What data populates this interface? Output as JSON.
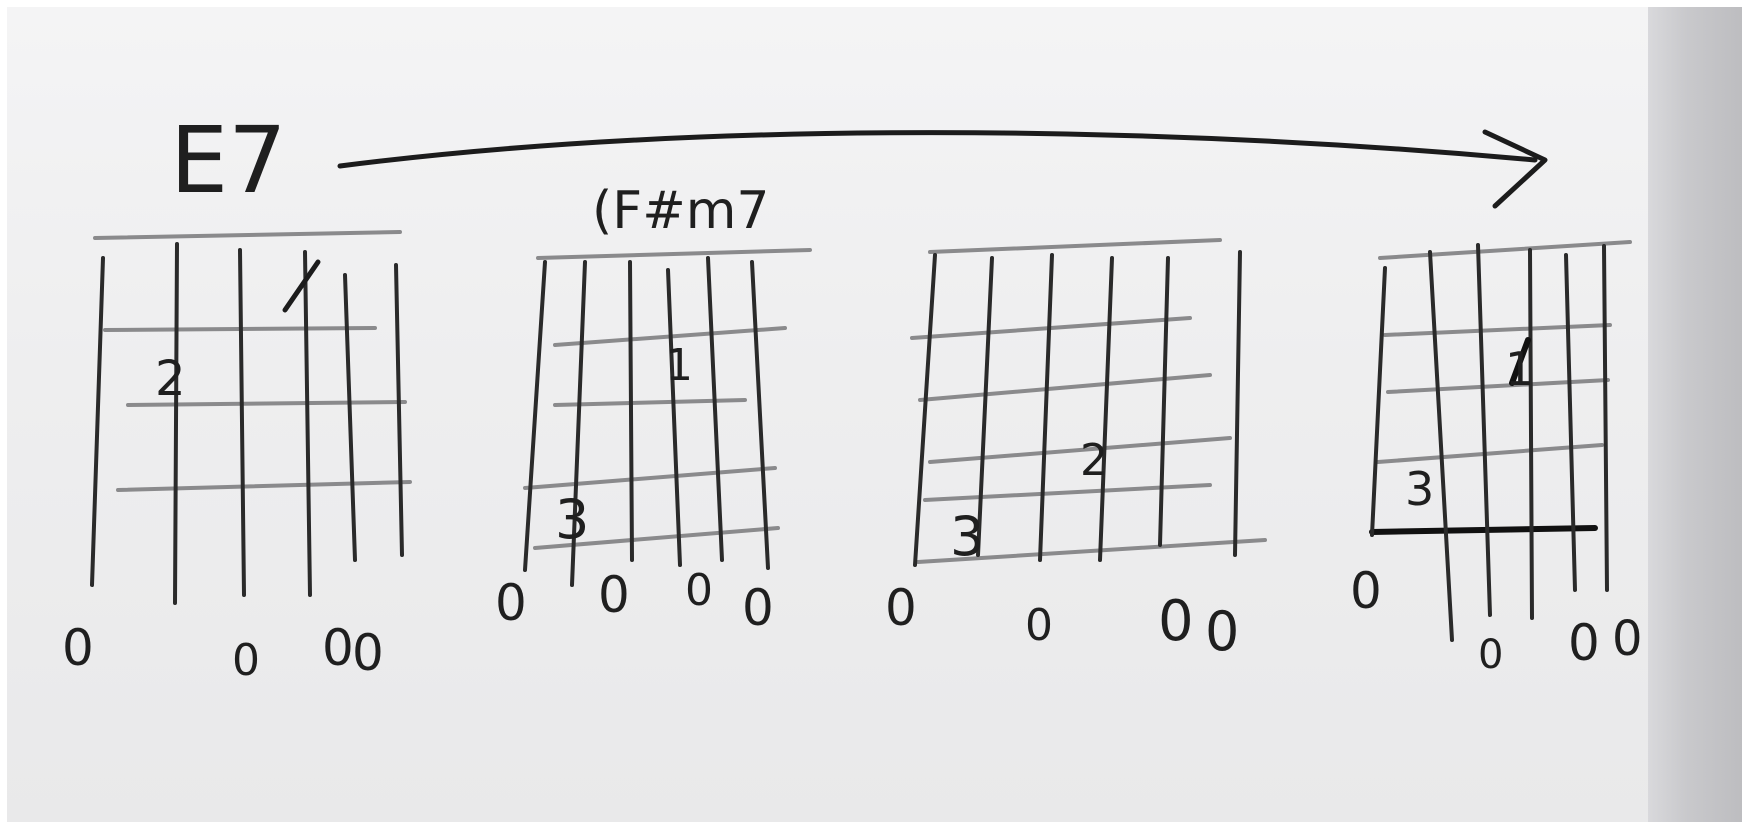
{
  "colors": {
    "ink": "#1c1c1c",
    "board": "#f0f0f1",
    "grid": "#8a8a8c"
  },
  "board": {
    "heading": "E7",
    "arrow": "right-arrow-icon",
    "chords": [
      {
        "name": "",
        "fingers": [
          "2"
        ],
        "open": [
          "0",
          "0",
          "0",
          "0"
        ]
      },
      {
        "name": "(F#m7",
        "fingers": [
          "1",
          "3"
        ],
        "open": [
          "0",
          "0",
          "0",
          "0"
        ]
      },
      {
        "name": "",
        "fingers": [
          "2",
          "3"
        ],
        "open": [
          "0",
          "0",
          "0",
          "0"
        ]
      },
      {
        "name": "",
        "fingers": [
          "1",
          "3"
        ],
        "open": [
          "0",
          "0",
          "0",
          "0"
        ]
      }
    ]
  }
}
